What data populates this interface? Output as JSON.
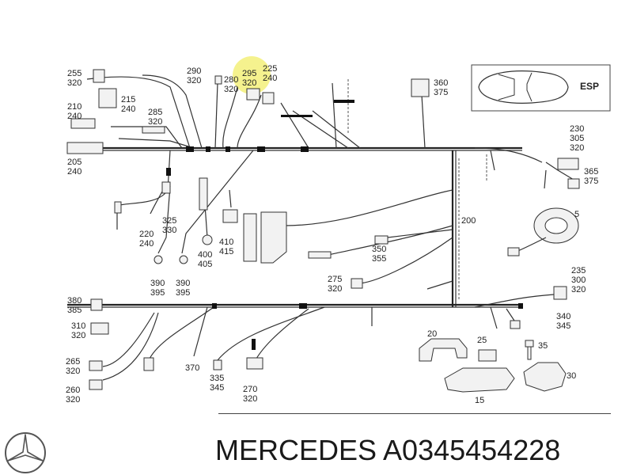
{
  "diagram": {
    "inset_label": "ESP",
    "callouts": [
      {
        "id": "c255",
        "lines": [
          "255",
          "320"
        ]
      },
      {
        "id": "c210",
        "lines": [
          "210",
          "240"
        ]
      },
      {
        "id": "c215",
        "lines": [
          "215",
          "240"
        ]
      },
      {
        "id": "c285",
        "lines": [
          "285",
          "320"
        ]
      },
      {
        "id": "c205",
        "lines": [
          "205",
          "240"
        ]
      },
      {
        "id": "c290",
        "lines": [
          "290",
          "320"
        ]
      },
      {
        "id": "c280",
        "lines": [
          "280",
          "320"
        ]
      },
      {
        "id": "c295",
        "lines": [
          "295",
          "320"
        ]
      },
      {
        "id": "c225",
        "lines": [
          "225",
          "240"
        ]
      },
      {
        "id": "c360",
        "lines": [
          "360",
          "375"
        ]
      },
      {
        "id": "c230",
        "lines": [
          "230",
          "305",
          "320"
        ]
      },
      {
        "id": "c365",
        "lines": [
          "365",
          "375"
        ]
      },
      {
        "id": "c5",
        "lines": [
          "5"
        ]
      },
      {
        "id": "c200",
        "lines": [
          "200"
        ]
      },
      {
        "id": "c325",
        "lines": [
          "325",
          "330"
        ]
      },
      {
        "id": "c220",
        "lines": [
          "220",
          "240"
        ]
      },
      {
        "id": "c410",
        "lines": [
          "410",
          "415"
        ]
      },
      {
        "id": "c400",
        "lines": [
          "400",
          "405"
        ]
      },
      {
        "id": "c350",
        "lines": [
          "350",
          "355"
        ]
      },
      {
        "id": "c390a",
        "lines": [
          "390",
          "395"
        ]
      },
      {
        "id": "c390b",
        "lines": [
          "390",
          "395"
        ]
      },
      {
        "id": "c275",
        "lines": [
          "275",
          "320"
        ]
      },
      {
        "id": "c235",
        "lines": [
          "235",
          "300",
          "320"
        ]
      },
      {
        "id": "c380",
        "lines": [
          "380",
          "385"
        ]
      },
      {
        "id": "c310",
        "lines": [
          "310",
          "320"
        ]
      },
      {
        "id": "c340",
        "lines": [
          "340",
          "345"
        ]
      },
      {
        "id": "c20",
        "lines": [
          "20"
        ]
      },
      {
        "id": "c25",
        "lines": [
          "25"
        ]
      },
      {
        "id": "c35",
        "lines": [
          "35"
        ]
      },
      {
        "id": "c265",
        "lines": [
          "265",
          "320"
        ]
      },
      {
        "id": "c370",
        "lines": [
          "370"
        ]
      },
      {
        "id": "c30",
        "lines": [
          "30"
        ]
      },
      {
        "id": "c260",
        "lines": [
          "260",
          "320"
        ]
      },
      {
        "id": "c335",
        "lines": [
          "335",
          "345"
        ]
      },
      {
        "id": "c270",
        "lines": [
          "270",
          "320"
        ]
      },
      {
        "id": "c15",
        "lines": [
          "15"
        ]
      }
    ]
  },
  "footer": {
    "brand_text": "MERCEDES A0345454228"
  },
  "colors": {
    "highlight": "#f3f07a",
    "ink": "#222222"
  }
}
